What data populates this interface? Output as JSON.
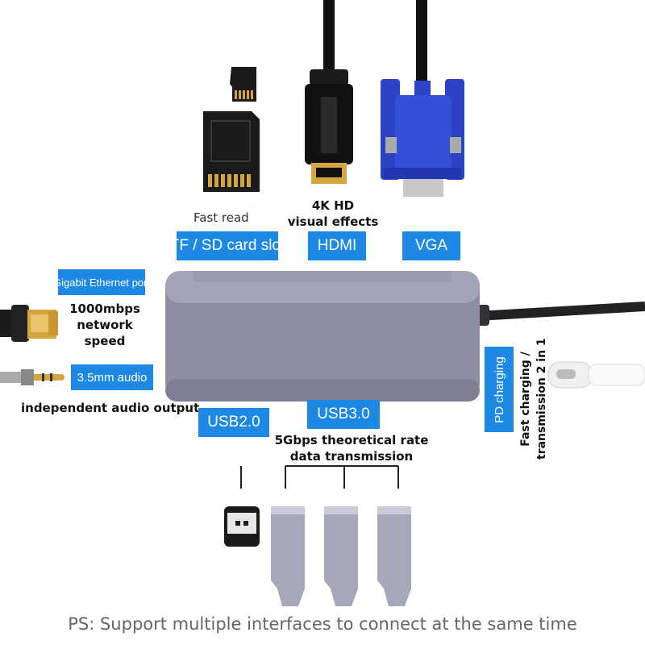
{
  "labels": {
    "card_slot": "TF / SD card slot",
    "hdmi": "HDMI",
    "vga": "VGA",
    "ethernet": "Gigabit Ethernet port",
    "audio": "3.5mm audio",
    "usb2": "USB2.0",
    "usb3": "USB3.0",
    "pd": "PD charging"
  },
  "notes": {
    "fast_read": "Fast read",
    "hdmi_line1": "4K HD",
    "hdmi_line2": "visual effects",
    "ethernet_line1": "1000mbps",
    "ethernet_line2": "network",
    "ethernet_line3": "speed",
    "audio_note": "independent audio output",
    "usb3_line1": "5Gbps theoretical rate",
    "usb3_line2": "data transmission",
    "pd_line1": "Fast charging /",
    "pd_line2": "transmission 2 in 1"
  },
  "footer": "PS: Support multiple interfaces to connect at the same time",
  "colors": {
    "tag_blue": "#1e88e5",
    "hub_gray": "#8c8fa3",
    "vga_blue": "#2c43c7",
    "gold": "#d4a441"
  },
  "icons": [
    "hub-body",
    "sd-card",
    "tf-card",
    "hdmi-cable",
    "vga-cable",
    "ethernet-cable",
    "audio-jack",
    "usb-c-plug",
    "usb2-plug",
    "usb3-plug"
  ]
}
